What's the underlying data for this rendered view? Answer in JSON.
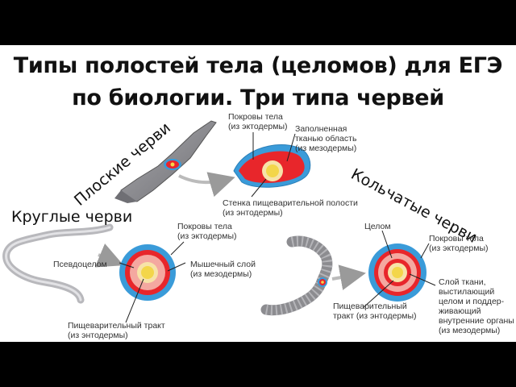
{
  "title": {
    "line1": "Типы полостей тела (целомов) для ЕГЭ",
    "line2": "по биологии. Три типа червей"
  },
  "groups": {
    "flat": "Плоские черви",
    "round": "Круглые черви",
    "annelid": "Кольчатые черви"
  },
  "flatworm_labels": {
    "body_cover": [
      "Покровы тела",
      "(из эктодермы)"
    ],
    "filled_area": [
      "Заполненная",
      "тканью область",
      "(из мезодермы)"
    ],
    "gut_wall": [
      "Стенка пищеварительной полости",
      "(из энтодермы)"
    ]
  },
  "roundworm_labels": {
    "pseudocoel": "Псевдоцелом",
    "body_cover": [
      "Покровы тела",
      "(из эктодермы)"
    ],
    "muscle_layer": [
      "Мышечный слой",
      "(из мезодермы)"
    ],
    "digestive_tract": [
      "Пищеварительный тракт",
      "(из энтодермы)"
    ]
  },
  "annelid_labels": {
    "coelom": "Целом",
    "body_cover": [
      "Покровы тела",
      "(из эктодермы)"
    ],
    "digestive_tract": [
      "Пищеварительный",
      "тракт (из энтодермы)"
    ],
    "tissue": [
      "Слой ткани,",
      "выстилающий",
      "целом и поддер-",
      "живающий",
      "внутренние органы",
      "(из мезодермы)"
    ]
  },
  "colors": {
    "ectoderm": "#3a9bd9",
    "mesoderm": "#e8262b",
    "endoderm": "#f3d64a",
    "cavity": "#f4a8a0",
    "worm_gray": "#8c8c90"
  }
}
